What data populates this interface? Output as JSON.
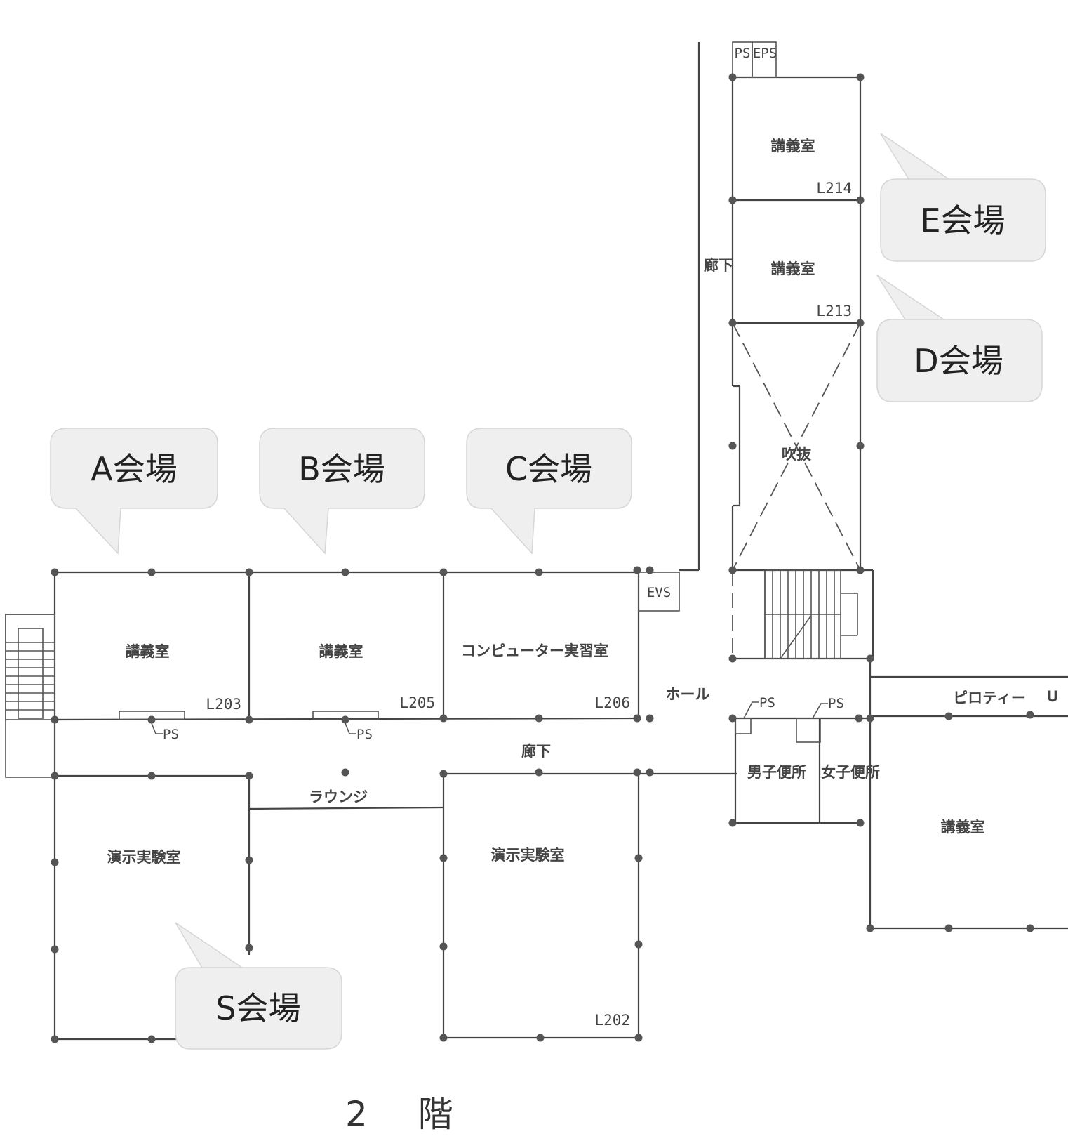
{
  "floor_title": "2 階",
  "venues": {
    "a": "A会場",
    "b": "B会場",
    "c": "C会場",
    "d": "D会場",
    "e": "E会場",
    "s": "S会場"
  },
  "rooms": {
    "lecture_a": "講義室",
    "lecture_b": "講義室",
    "computer": "コンピューター実習室",
    "lecture_e": "講義室",
    "lecture_d": "講義室",
    "lecture_right": "講義室",
    "demo_left": "演示実験室",
    "demo_center": "演示実験室",
    "atrium": "吹抜",
    "hall": "ホール",
    "lounge": "ラウンジ",
    "corridor_main": "廊下",
    "corridor_vertical": "廊下",
    "mens_toilet": "男子便所",
    "womens_toilet": "女子便所",
    "piloti": "ピロティー",
    "piloti_mark": "U"
  },
  "codes": {
    "l203": "L203",
    "l205": "L205",
    "l206": "L206",
    "l202": "L202",
    "l213": "L213",
    "l214": "L214"
  },
  "services": {
    "evs": "EVS",
    "ps": "PS",
    "eps": "EPS",
    "ps_a": "PS",
    "ps_b": "PS",
    "ps_toilet_1": "PS",
    "ps_toilet_2": "PS"
  }
}
